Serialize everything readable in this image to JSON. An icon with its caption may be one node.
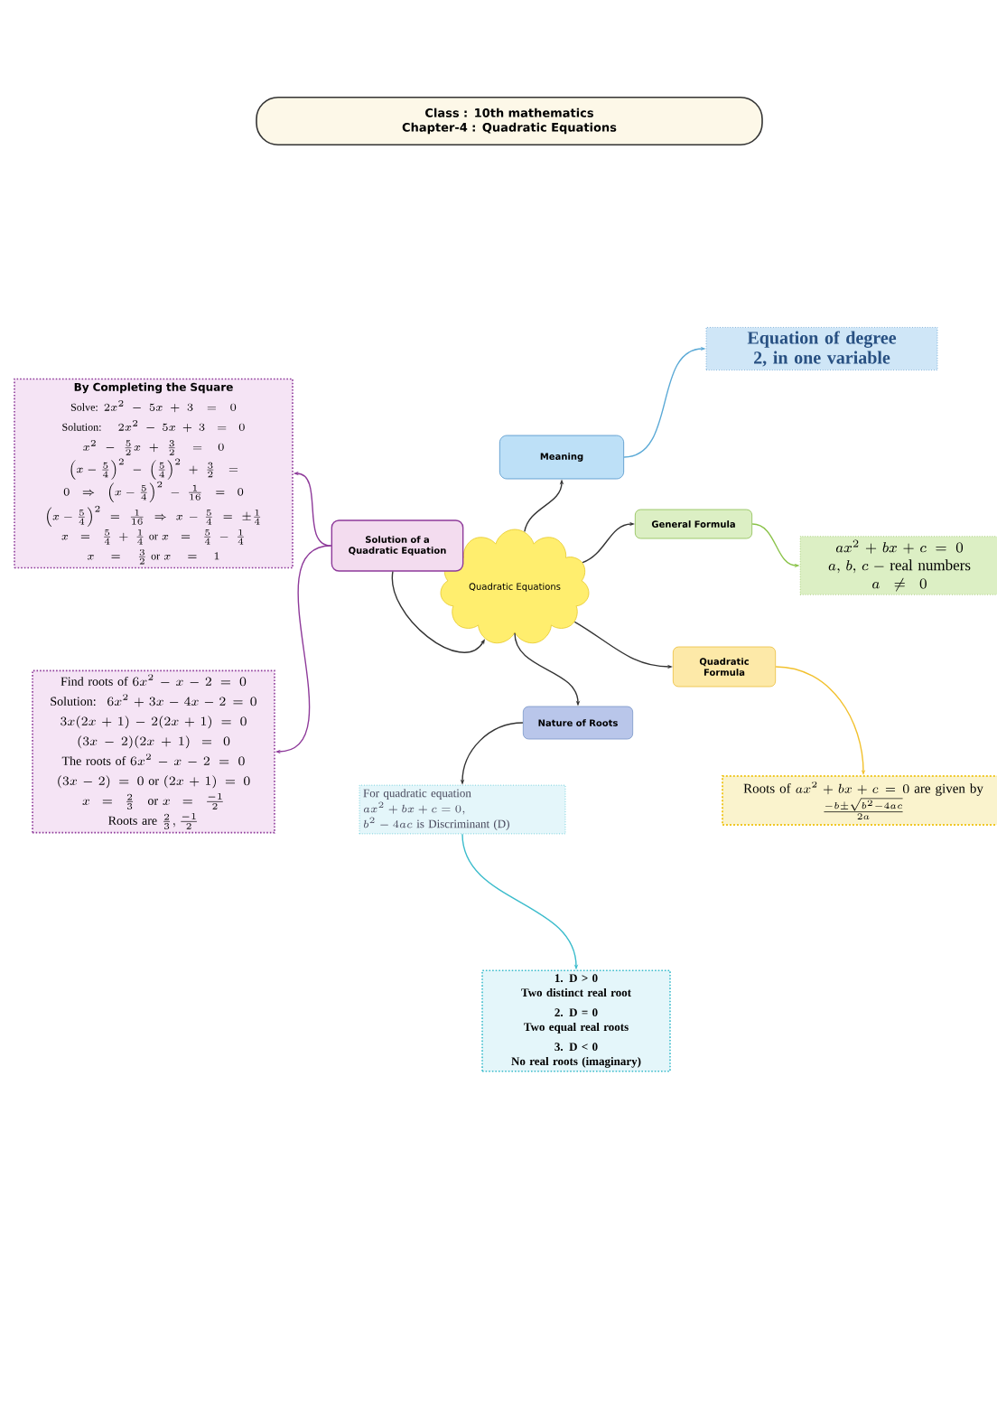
{
  "diagram": {
    "nodes": [
      {
        "text": [
          "Class : 10th mathematics",
          "Chapter-4 : Quadratic Equations"
        ]
      },
      {
        "text": [
          "Quadratic Equations"
        ]
      },
      {
        "text": [
          "Meaning"
        ]
      },
      {
        "text": [
          "Equation of degree 2, in one variable"
        ]
      },
      {
        "text": [
          "General Formula"
        ]
      },
      {
        "text": [
          "ax^2+bx+c = 0",
          "a,\\, b,\\, c - \\text{real numbers}",
          "a \\neq 0"
        ]
      },
      {
        "text": [
          "Quadratic Formula"
        ]
      },
      {
        "text": [
          "\\text{Roots of } ax^2+bx+c = 0 \\text{ are given by}",
          "\\frac{-b \\pm \\sqrt{b^2-4ac}}{2a}"
        ]
      },
      {
        "text": [
          "Solution of a Quadratic Equation"
        ]
      },
      {
        "text": [
          "By Completing the Square",
          "\\text{Solve: } 2x^2-5x+3 = 0",
          "\\text{Solution: }\\quad 2x^2-5x+3 = 0",
          "x^2-\\frac{5}{2}x+\\frac{3}{2} = 0",
          "\\left(x-\\frac{5}{4}\\right)^2-\\left(\\frac{5}{4}\\right)^2+\\frac{3}{2} = 0 \\Rightarrow \\left(x-\\frac{5}{4}\\right)^2-\\frac{1}{16} = 0",
          "\\left(x-\\frac{5}{4}\\right)^2 = \\frac{1}{16} \\Rightarrow x-\\frac{5}{4} = \\pm\\frac{1}{4}",
          "x = \\frac{5}{4}+\\frac{1}{4} \\text{ or } x = \\frac{5}{4}-\\frac{1}{4}",
          "x = \\frac{3}{2} \\text{ or } x = 1"
        ]
      },
      {
        "text": [
          "\\text{Find roots of } 6x^2-x-2=0",
          "\\text{Solution: }\\ 6x^2+3x-4x-2 = 0",
          "3x(2x+1)-2(2x+1) = 0",
          "(3x-2)(2x+1) = 0",
          "\\text{The roots of } 6x^2-x-2=0",
          "(3x-2) = 0 \\text{ or } (2x+1) = 0",
          "x = \\frac{2}{3} \\quad\\text{or } x = \\frac{-1}{2}",
          "\\text{Roots are } \\frac{2}{3}, \\frac{-1}{2}"
        ]
      },
      {
        "text": [
          "Nature of Roots"
        ]
      },
      {
        "text": [
          "For quadratic equation",
          "ax^2+bx+c = 0,",
          "b^2-4ac \\text{ is Discriminant (D)}"
        ]
      },
      {
        "text": [
          "1. D > 0",
          "Two distinct real root",
          "2. D = 0",
          "Two equal real roots",
          "3. D < 0",
          "No real roots (imaginary)"
        ]
      }
    ],
    "edges": [
      {
        "from": 1,
        "to": 2,
        "arrow": "to"
      },
      {
        "from": 2,
        "to": 3,
        "arrow": "to",
        "color": "#5aa9d6"
      },
      {
        "from": 1,
        "to": 4,
        "arrow": "to"
      },
      {
        "from": 4,
        "to": 5,
        "arrow": "to",
        "color": "#8bc34a"
      },
      {
        "from": 1,
        "to": 6,
        "arrow": "to"
      },
      {
        "from": 6,
        "to": 7,
        "arrow": "to",
        "color": "#f2c12e"
      },
      {
        "from": 1,
        "to": 11,
        "arrow": "to"
      },
      {
        "from": 11,
        "to": 12,
        "arrow": "to"
      },
      {
        "from": 12,
        "to": 13,
        "arrow": "to",
        "color": "#3bbccc"
      },
      {
        "from": 8,
        "to": 1,
        "arrow": "to"
      },
      {
        "from": 8,
        "to": 9,
        "arrow": "to",
        "color": "#8e3a9a"
      },
      {
        "from": 8,
        "to": 10,
        "arrow": "to",
        "color": "#8e3a9a"
      }
    ]
  }
}
